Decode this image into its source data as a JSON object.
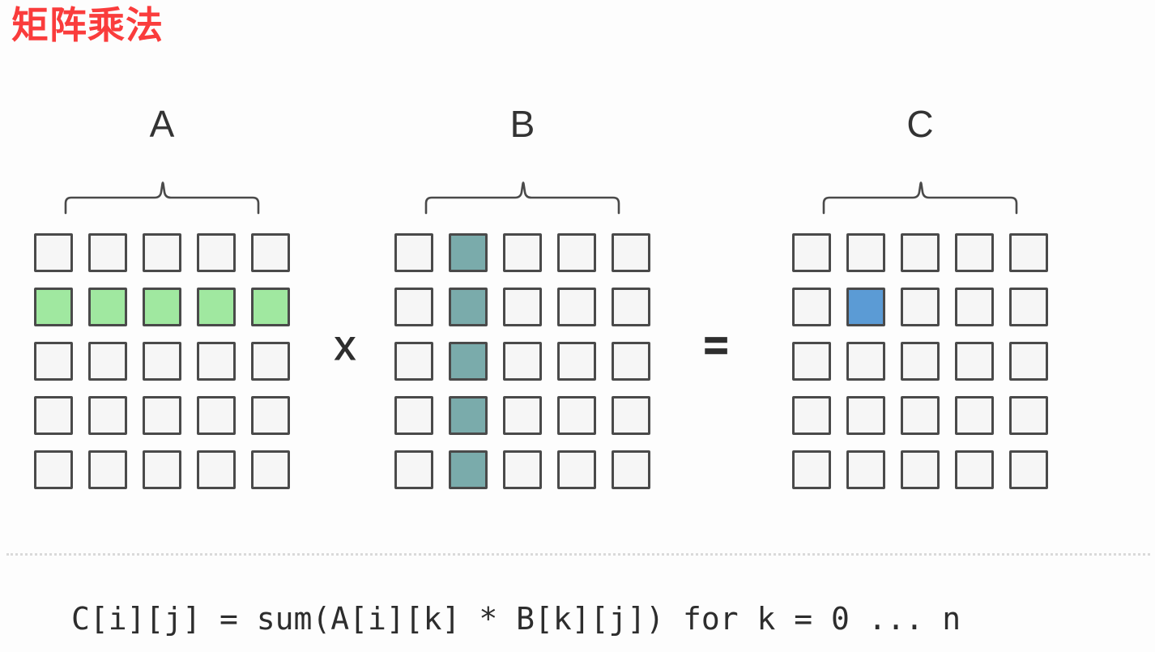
{
  "title": {
    "text": "矩阵乘法",
    "color": "#fa3c3c"
  },
  "diagram": {
    "matrices": [
      {
        "label": "A",
        "rows": 5,
        "cols": 5,
        "highlight": {
          "type": "row",
          "index": 1
        },
        "highlight_color": "#a0e8a0"
      },
      {
        "label": "B",
        "rows": 5,
        "cols": 5,
        "highlight": {
          "type": "col",
          "index": 1
        },
        "highlight_color": "#7aabab"
      },
      {
        "label": "C",
        "rows": 5,
        "cols": 5,
        "highlight": {
          "type": "cell",
          "row": 1,
          "col": 1
        },
        "highlight_color": "#5b9bd5"
      }
    ],
    "operators": [
      {
        "symbol": "x"
      },
      {
        "symbol": "="
      }
    ],
    "colors": {
      "cell_default": "#f6f6f6",
      "cell_border": "#4a4a4a",
      "label": "#333333",
      "brace": "#4a4a4a",
      "operator": "#2e2e2e",
      "separator": "#dadada",
      "formula": "#2d2d2d"
    }
  },
  "formula": {
    "text": "C[i][j] = sum(A[i][k] * B[k][j]) for k = 0 ... n"
  }
}
